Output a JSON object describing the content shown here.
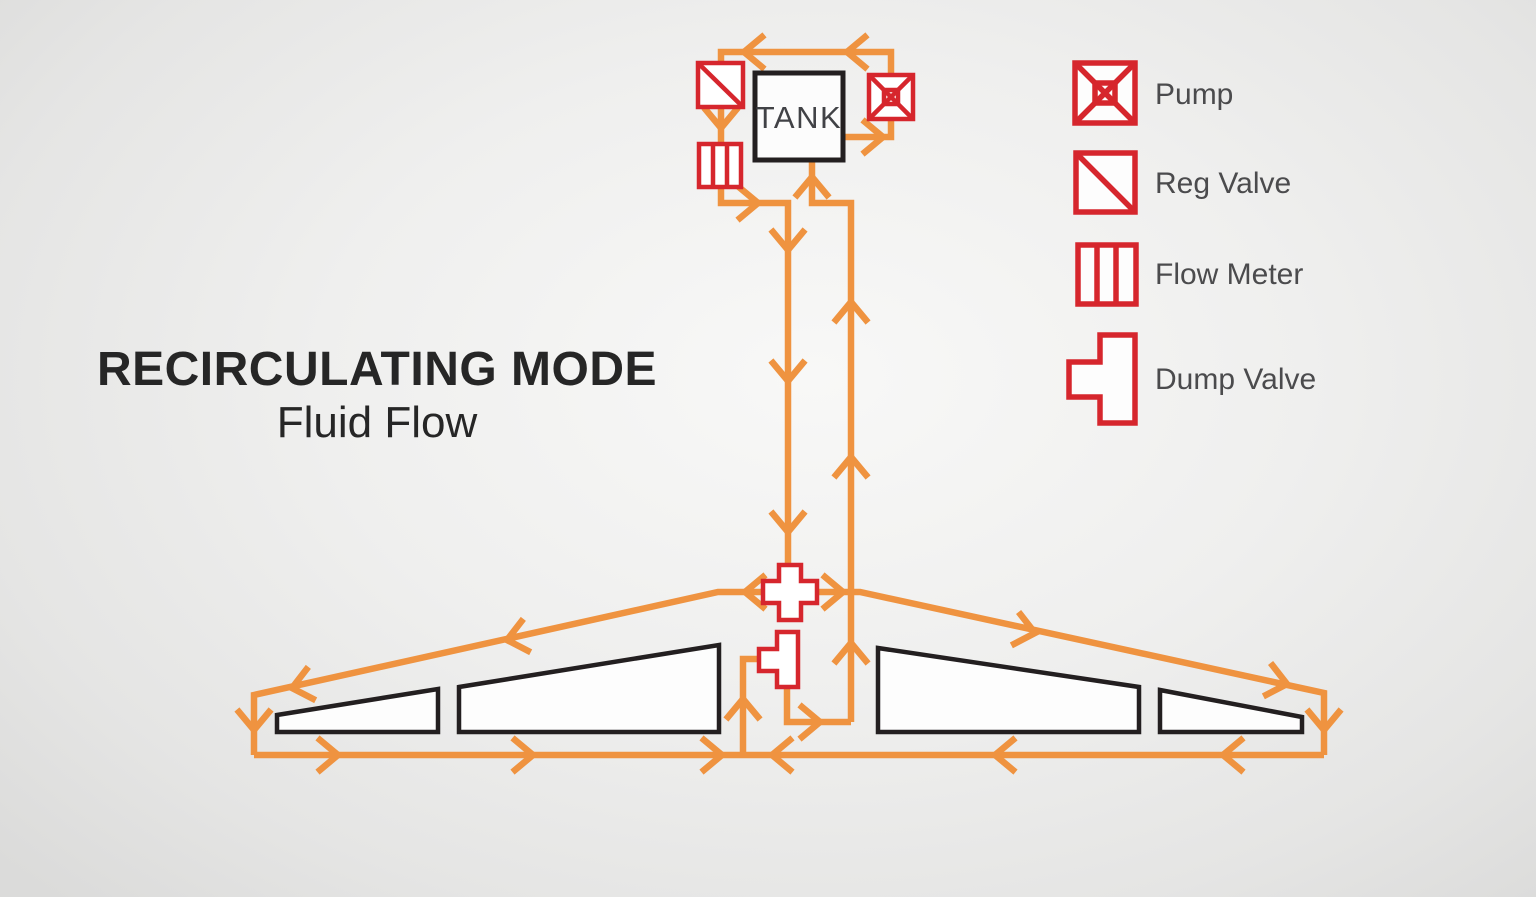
{
  "title": {
    "line1": "RECIRCULATING MODE",
    "line2": "Fluid Flow"
  },
  "tank": {
    "label": "TANK"
  },
  "legend": {
    "items": [
      {
        "icon": "pump-icon",
        "label": "Pump"
      },
      {
        "icon": "reg-valve-icon",
        "label": "Reg Valve"
      },
      {
        "icon": "flow-meter-icon",
        "label": "Flow Meter"
      },
      {
        "icon": "dump-valve-icon",
        "label": "Dump Valve"
      }
    ]
  },
  "colors": {
    "flow_line": "#EF9340",
    "symbol_red": "#D6262D",
    "outline_black": "#231F20",
    "legend_text": "#4B4B4D",
    "title_text": "#262626"
  }
}
